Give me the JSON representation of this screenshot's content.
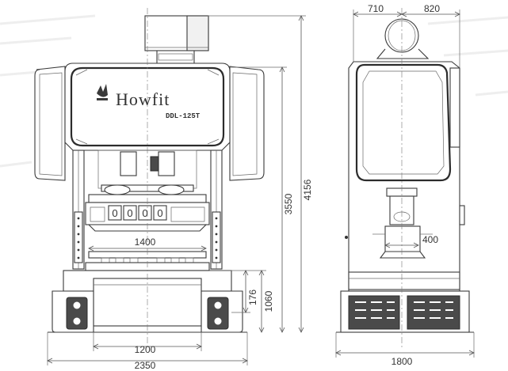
{
  "brand": {
    "name": "Howfit",
    "model": "DDL-125T"
  },
  "dimensions": {
    "front_top_height_label": "4156",
    "front_frame_height_label": "3550",
    "front_bed_height_label": "1060",
    "front_bolster_height_label": "176",
    "front_bolster_width_label": "1400",
    "front_base_inner_width_label": "1200",
    "front_overall_width_label": "2350",
    "side_top_left_label": "710",
    "side_top_right_label": "820",
    "side_slide_label": "400",
    "side_overall_depth_label": "1800"
  },
  "counter_digits": [
    "0",
    "0",
    "0",
    "0"
  ],
  "colors": {
    "line": "#3a3a3a",
    "background": "#ffffff"
  }
}
